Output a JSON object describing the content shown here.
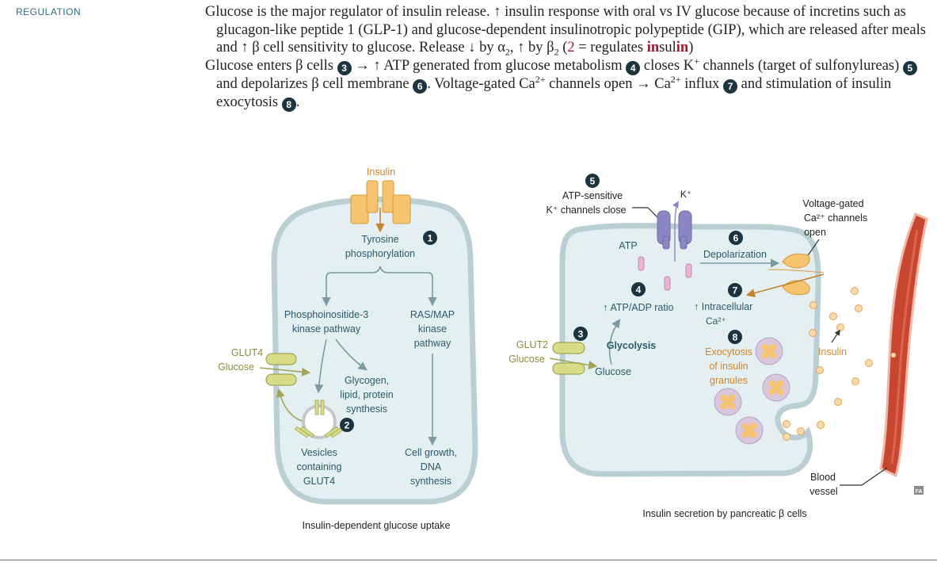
{
  "section_label": "REGULATION",
  "para1": {
    "s1": "Glucose is the major regulator of insulin release. ",
    "up1": "↑",
    "s2": " insulin response with oral vs IV glucose because of incretins such as glucagon-like peptide 1 (GLP-1) and glucose-dependent insulinotropic polypeptide (GIP), which are released after meals and ",
    "up2": "↑",
    "s3": " β cell sensitivity to glucose. Release ",
    "down": "↓",
    "s4": " by α",
    "sub_a": "2",
    "s5": ", ",
    "up3": "↑",
    "s6": " by β",
    "sub_b": "2",
    "s7": " (",
    "two": "2",
    "s8": " = regulates ",
    "in1": "in",
    "sul": "sul",
    "in2": "in",
    "s9": ")"
  },
  "para2": {
    "s1": "Glucose enters β cells ",
    "n3": "3",
    "s2": " → ",
    "up": "↑",
    "s3": " ATP generated from glucose metabolism ",
    "n4": "4",
    "s4": " closes K",
    "sup_plus": "+",
    "s5": " channels (target of sulfonylureas) ",
    "n5": "5",
    "s6": " and depolarizes β cell membrane ",
    "n6": "6",
    "s7": ". Voltage-gated Ca",
    "sup_ca1": "2+",
    "s8": " channels open → Ca",
    "sup_ca2": "2+",
    "s9": " influx ",
    "n7": "7",
    "s10": " and stimulation of insulin exocytosis ",
    "n8": "8",
    "s11": "."
  },
  "left_diagram": {
    "insulin": "Insulin",
    "tyrosine_line1": "Tyrosine",
    "tyrosine_line2": "phosphorylation",
    "step1": "1",
    "pi3k_line1": "Phosphoinositide-3",
    "pi3k_line2": "kinase pathway",
    "ras_line1": "RAS/MAP",
    "ras_line2": "kinase",
    "ras_line3": "pathway",
    "glut4": "GLUT4",
    "glucose": "Glucose",
    "glycogen_line1": "Glycogen,",
    "glycogen_line2": "lipid, protein",
    "glycogen_line3": "synthesis",
    "step2": "2",
    "vesicles_line1": "Vesicles",
    "vesicles_line2": "containing",
    "vesicles_line3": "GLUT4",
    "growth_line1": "Cell growth,",
    "growth_line2": "DNA",
    "growth_line3": "synthesis",
    "caption": "Insulin-dependent glucose uptake"
  },
  "right_diagram": {
    "step5": "5",
    "katp_line1": "ATP-sensitive",
    "katp_line2": "K⁺ channels close",
    "kplus": "K⁺",
    "atp": "ATP",
    "step6": "6",
    "depolarization": "Depolarization",
    "vgcc_line1": "Voltage-gated",
    "vgcc_line2": "Ca²⁺ channels",
    "vgcc_line3": "open",
    "step4": "4",
    "ratio": "↑ ATP/ADP ratio",
    "step7": "7",
    "intra_line1": "↑ Intracellular",
    "intra_line2": "Ca²⁺",
    "step3": "3",
    "glut2": "GLUT2",
    "glucose_out": "Glucose",
    "glucose_in": "Glucose",
    "glycolysis": "Glycolysis",
    "step8": "8",
    "exo_line1": "Exocytosis",
    "exo_line2": "of insulin",
    "exo_line3": "granules",
    "insulin": "Insulin",
    "blood_line1": "Blood",
    "blood_line2": "vessel",
    "caption": "Insulin secretion by pancreatic β cells",
    "logo": "FA"
  },
  "colors": {
    "cell_fill": "#e3eff1",
    "cell_border": "#b9cfd3",
    "teal_text": "#2a5b6c",
    "orange": "#d4862a",
    "glut_green": "#d9dc86",
    "channel_purple": "#8a87c4",
    "vessel_red": "#c8462f",
    "step_dark": "#1c3340",
    "accent_red": "#a3172f"
  }
}
